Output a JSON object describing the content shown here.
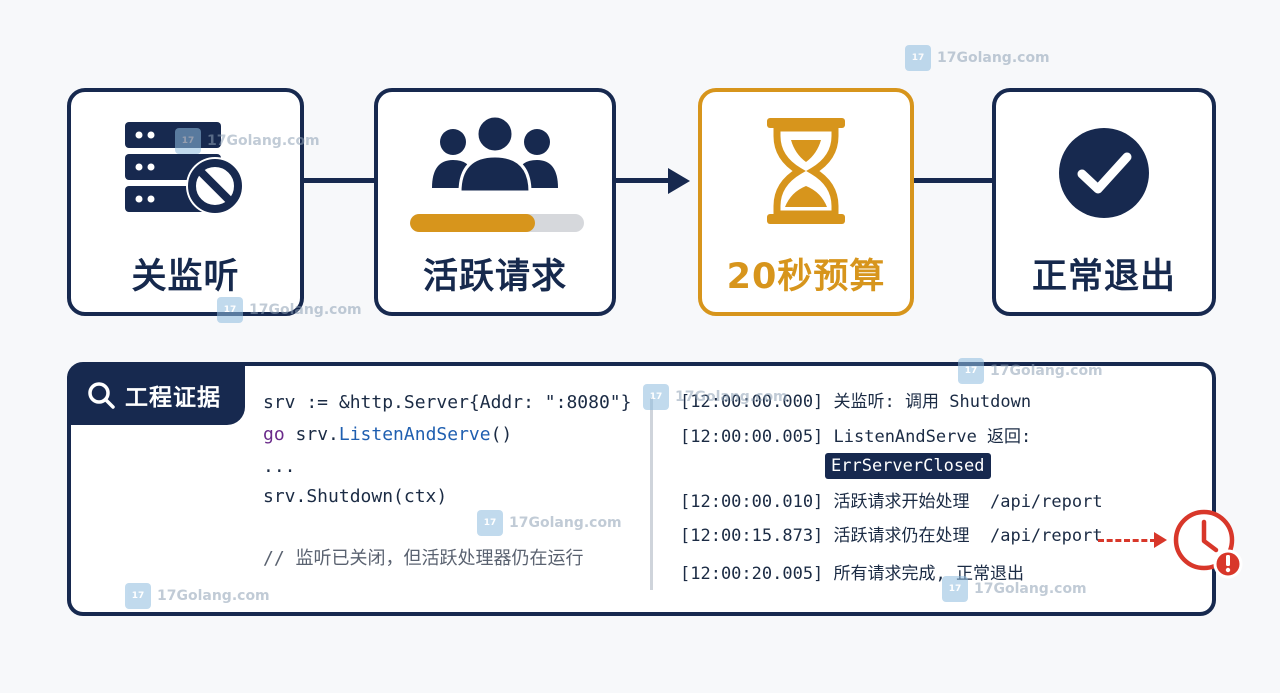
{
  "flow": {
    "steps": [
      {
        "label": "关监听",
        "icon": "server-block-icon"
      },
      {
        "label": "活跃请求",
        "icon": "users-icon",
        "progress": 0.72
      },
      {
        "label": "20秒预算",
        "icon": "hourglass-icon"
      },
      {
        "label": "正常退出",
        "icon": "check-circle-icon"
      }
    ]
  },
  "panel": {
    "title": "工程证据",
    "code": {
      "line1_prefix": "srv := &http.Server{Addr: ",
      "line1_str": "\":8080\"",
      "line1_suffix": "}",
      "line2_kw": "go",
      "line2_mid": " srv.",
      "line2_fn": "ListenAndServe",
      "line2_suffix": "()",
      "line3": "...",
      "line4": "srv.Shutdown(ctx)",
      "comment": "// 监听已关闭，但活跃处理器仍在运行"
    },
    "log": [
      "[12:00:00.000] 关监听: 调用 Shutdown",
      "[12:00:00.005] ListenAndServe 返回:",
      "[12:00:00.010] 活跃请求开始处理  /api/report",
      "[12:00:15.873] 活跃请求仍在处理  /api/report",
      "[12:00:20.005] 所有请求完成, 正常退出"
    ],
    "log_badge": "ErrServerClosed"
  },
  "watermark": "17Golang.com",
  "colors": {
    "navy": "#17294f",
    "gold": "#d7951c",
    "red": "#d8372a"
  }
}
